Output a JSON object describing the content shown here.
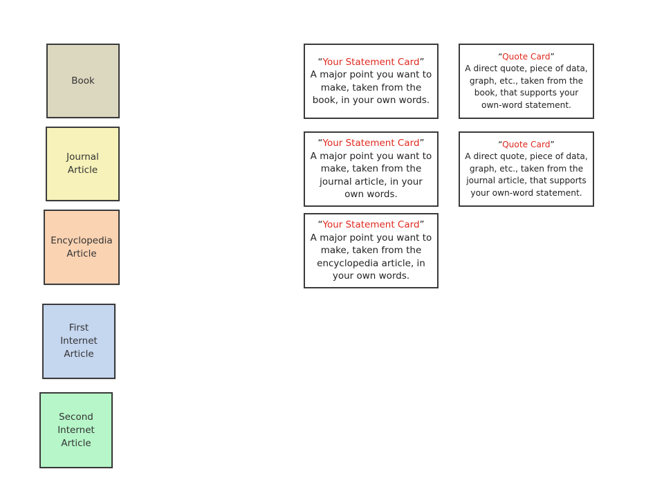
{
  "sources": [
    {
      "id": "book",
      "label": "Book",
      "color": "#dcd7bf"
    },
    {
      "id": "journal",
      "label": "Journal\nArticle",
      "color": "#f6f2b9"
    },
    {
      "id": "encyclopedia",
      "label": "Encyclopedia\nArticle",
      "color": "#fad3b3"
    },
    {
      "id": "first-internet",
      "label": "First\nInternet\nArticle",
      "color": "#c5d6ef"
    },
    {
      "id": "second-internet",
      "label": "Second\nInternet\nArticle",
      "color": "#b6f6c8"
    }
  ],
  "statement_cards": [
    {
      "open_quote": "“",
      "title": "Your Statement Card",
      "close_quote": "”",
      "body": "A major point you want to make, taken from the book, in your own words."
    },
    {
      "open_quote": "“",
      "title": "Your Statement Card",
      "close_quote": "”",
      "body": "A major point you want to make, taken from the journal article, in your own words."
    },
    {
      "open_quote": "“",
      "title": "Your Statement Card",
      "close_quote": "”",
      "body": "A major point you want to make, taken from the encyclopedia article, in your own words."
    }
  ],
  "quote_cards": [
    {
      "open_quote": "“",
      "title": "Quote Card",
      "close_quote": "”",
      "body": "A direct quote, piece of data, graph, etc., taken from the book, that supports your own-word statement."
    },
    {
      "open_quote": "“",
      "title": "Quote Card",
      "close_quote": "”",
      "body": "A direct quote, piece of data, graph, etc., taken from the journal article, that supports your own-word statement."
    }
  ],
  "colors": {
    "title_accent": "#e0281e",
    "border": "#3a3a3a"
  }
}
